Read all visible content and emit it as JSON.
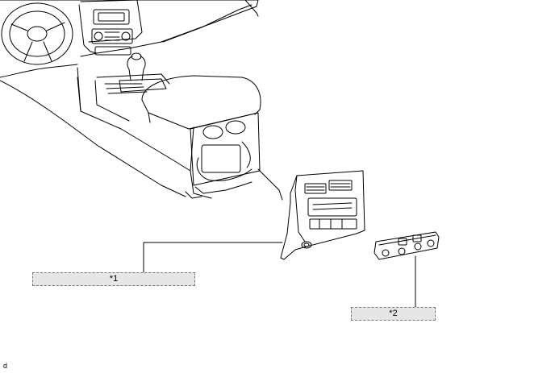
{
  "callouts": [
    {
      "label": "*1"
    },
    {
      "label": "*2"
    }
  ],
  "figure_code": "d"
}
